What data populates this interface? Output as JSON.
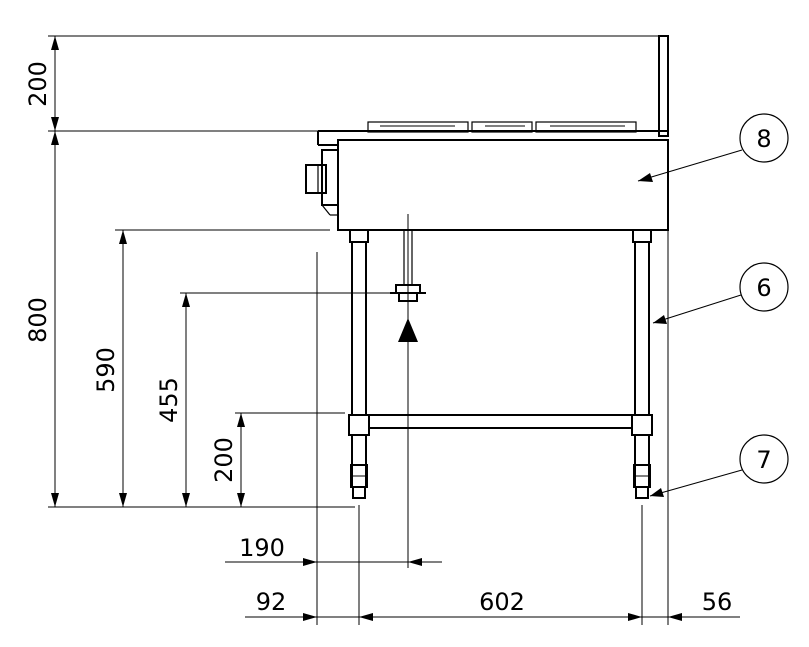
{
  "dimensions": {
    "top_height": "200",
    "total_height": "800",
    "height_590": "590",
    "height_455": "455",
    "shelf_height": "200",
    "offset_190": "190",
    "offset_92": "92",
    "width_602": "602",
    "offset_56": "56"
  },
  "callouts": {
    "top": "8",
    "leg": "6",
    "foot": "7"
  }
}
